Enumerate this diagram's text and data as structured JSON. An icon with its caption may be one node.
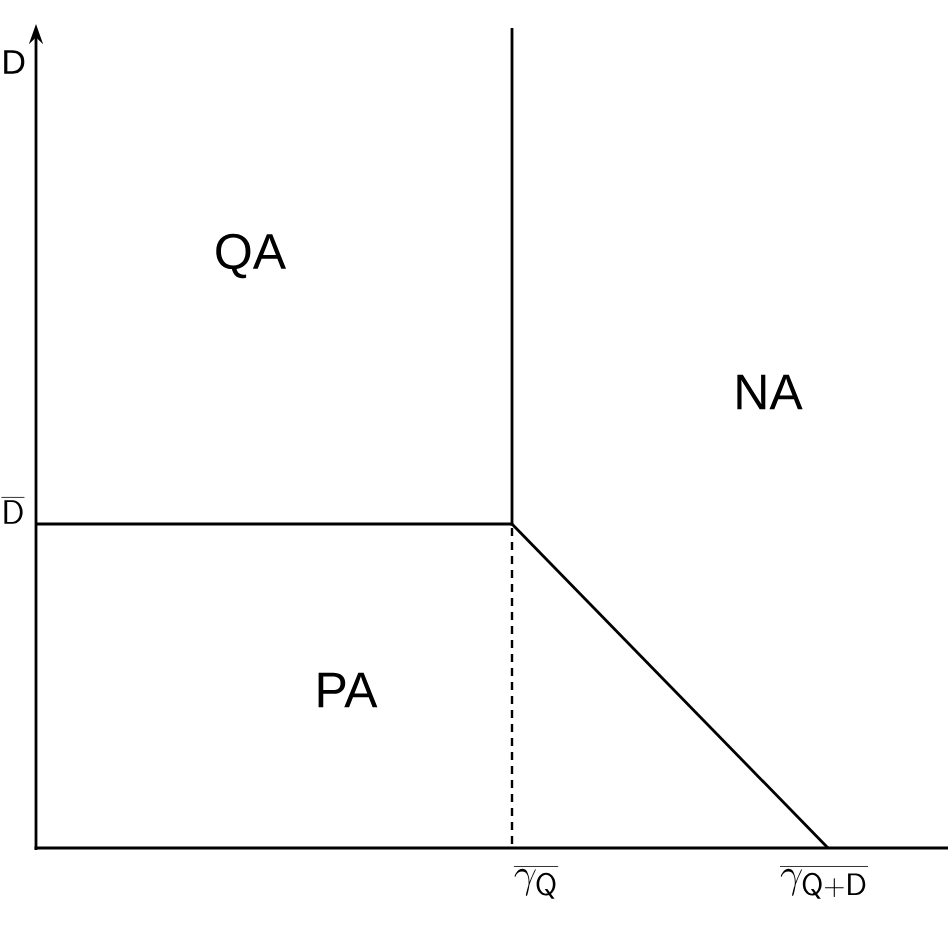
{
  "diagram": {
    "labels": [
      "D",
      "QA",
      "NA",
      "\\overline{\\mathsf{D}}",
      "PA",
      "\\overline{\\gamma_{\\mathsf{Q}}}",
      "\\overline{\\gamma_{\\mathsf{Q+D}}}"
    ]
  }
}
